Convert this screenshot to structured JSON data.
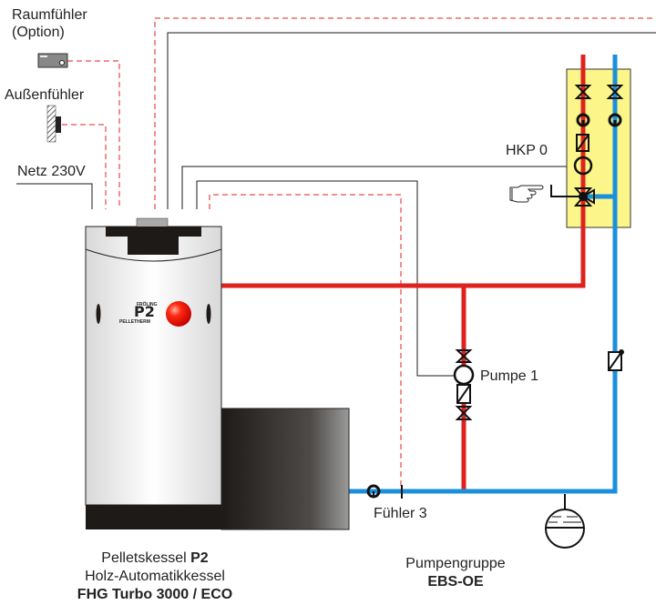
{
  "labels": {
    "room_sensor": "Raumfühler",
    "room_sensor_option": "(Option)",
    "outdoor_sensor": "Außenfühler",
    "mains": "Netz 230V",
    "hkp": "HKP 0",
    "pump1": "Pumpe 1",
    "sensor3": "Fühler 3",
    "boiler_name_prefix": "Pelletskessel ",
    "boiler_name_bold": "P2",
    "boiler_line2": "Holz-Automatikkessel",
    "boiler_line3": "FHG Turbo 3000 / ECO",
    "pumpgroup_line1": "Pumpengruppe",
    "pumpgroup_line2": "EBS-OE",
    "boiler_logo": "P2",
    "boiler_logo_top": "FRÖLING",
    "boiler_logo_bottom": "PELLETHERM"
  },
  "colors": {
    "supply": "#e0221f",
    "return": "#1a8fdc",
    "signal": "#e0221f",
    "wire": "#1a1a1a",
    "hkp_panel": "#fbf58a"
  }
}
